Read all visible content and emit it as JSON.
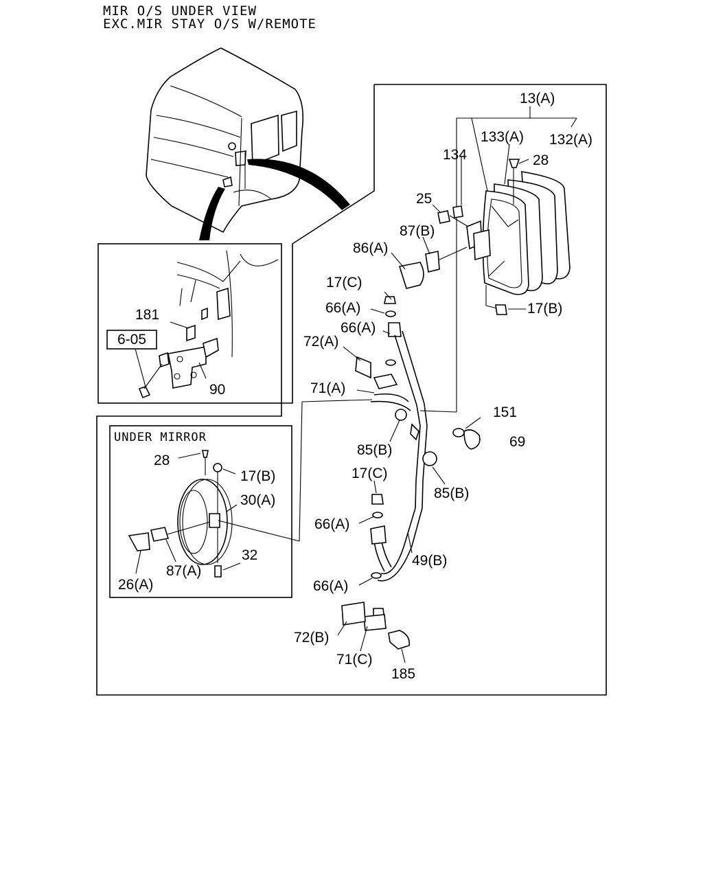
{
  "header": {
    "line1": "MIR O/S UNDER VIEW",
    "line2": "EXC.MIR STAY O/S W/REMOTE"
  },
  "inset": {
    "under_mirror_title": "UNDER MIRROR",
    "ref_box": "6-05"
  },
  "labels": {
    "p13a": "13(A)",
    "p133a": "133(A)",
    "p132a": "132(A)",
    "p134": "134",
    "p28": "28",
    "p25": "25",
    "p87b": "87(B)",
    "p86a": "86(A)",
    "p17c_top": "17(C)",
    "p17b_top": "17(B)",
    "p66a_1": "66(A)",
    "p66a_2": "66(A)",
    "p72a": "72(A)",
    "p71a": "71(A)",
    "p151": "151",
    "p69": "69",
    "p85b_1": "85(B)",
    "p85b_2": "85(B)",
    "p17c_mid": "17(C)",
    "p66a_3": "66(A)",
    "p49b": "49(B)",
    "p66a_4": "66(A)",
    "p72b": "72(B)",
    "p71c": "71(C)",
    "p185": "185",
    "p181": "181",
    "p90": "90",
    "u28": "28",
    "u17b": "17(B)",
    "u30a": "30(A)",
    "u32": "32",
    "u87a": "87(A)",
    "u26a": "26(A)"
  }
}
